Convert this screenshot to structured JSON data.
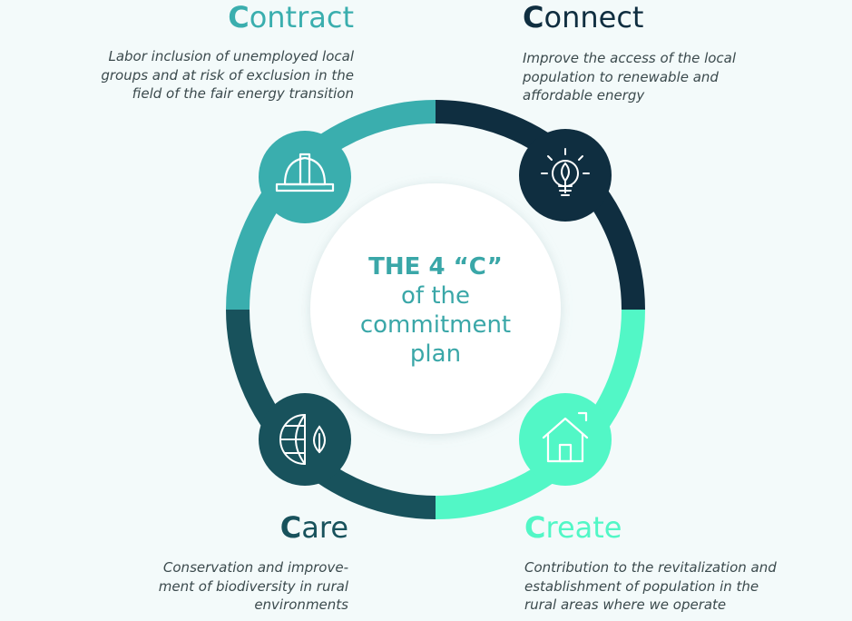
{
  "colors": {
    "contract": "#3aaeae",
    "connect": "#0f2e40",
    "create": "#52f7c6",
    "care": "#18525c",
    "center_text": "#3aa7a8",
    "description": "#3b4a4d",
    "background": "#f3fafa"
  },
  "contract": {
    "initial": "C",
    "rest": "ontract",
    "lines": [
      "Labor inclusion of unemployed local",
      "groups and at risk of exclusion in the",
      "field of the fair energy transition"
    ],
    "icon": "hard-hat-icon"
  },
  "connect": {
    "initial": "C",
    "rest": "onnect",
    "lines": [
      "Improve the access of the local",
      "population to renewable and",
      "affordable energy"
    ],
    "icon": "lightbulb-leaf-icon"
  },
  "care": {
    "initial": "C",
    "rest": "are",
    "lines": [
      "Conservation and improve-",
      "ment of biodiversity in rural",
      "environments"
    ],
    "icon": "globe-leaf-icon"
  },
  "create": {
    "initial": "C",
    "rest": "reate",
    "lines": [
      "Contribution to the revitalization and",
      "establishment of population in the",
      "rural areas where we operate"
    ],
    "icon": "house-icon"
  },
  "center": {
    "line1": "THE 4 “C”",
    "line2": "of the",
    "line3": "commitment",
    "line4": "plan"
  }
}
